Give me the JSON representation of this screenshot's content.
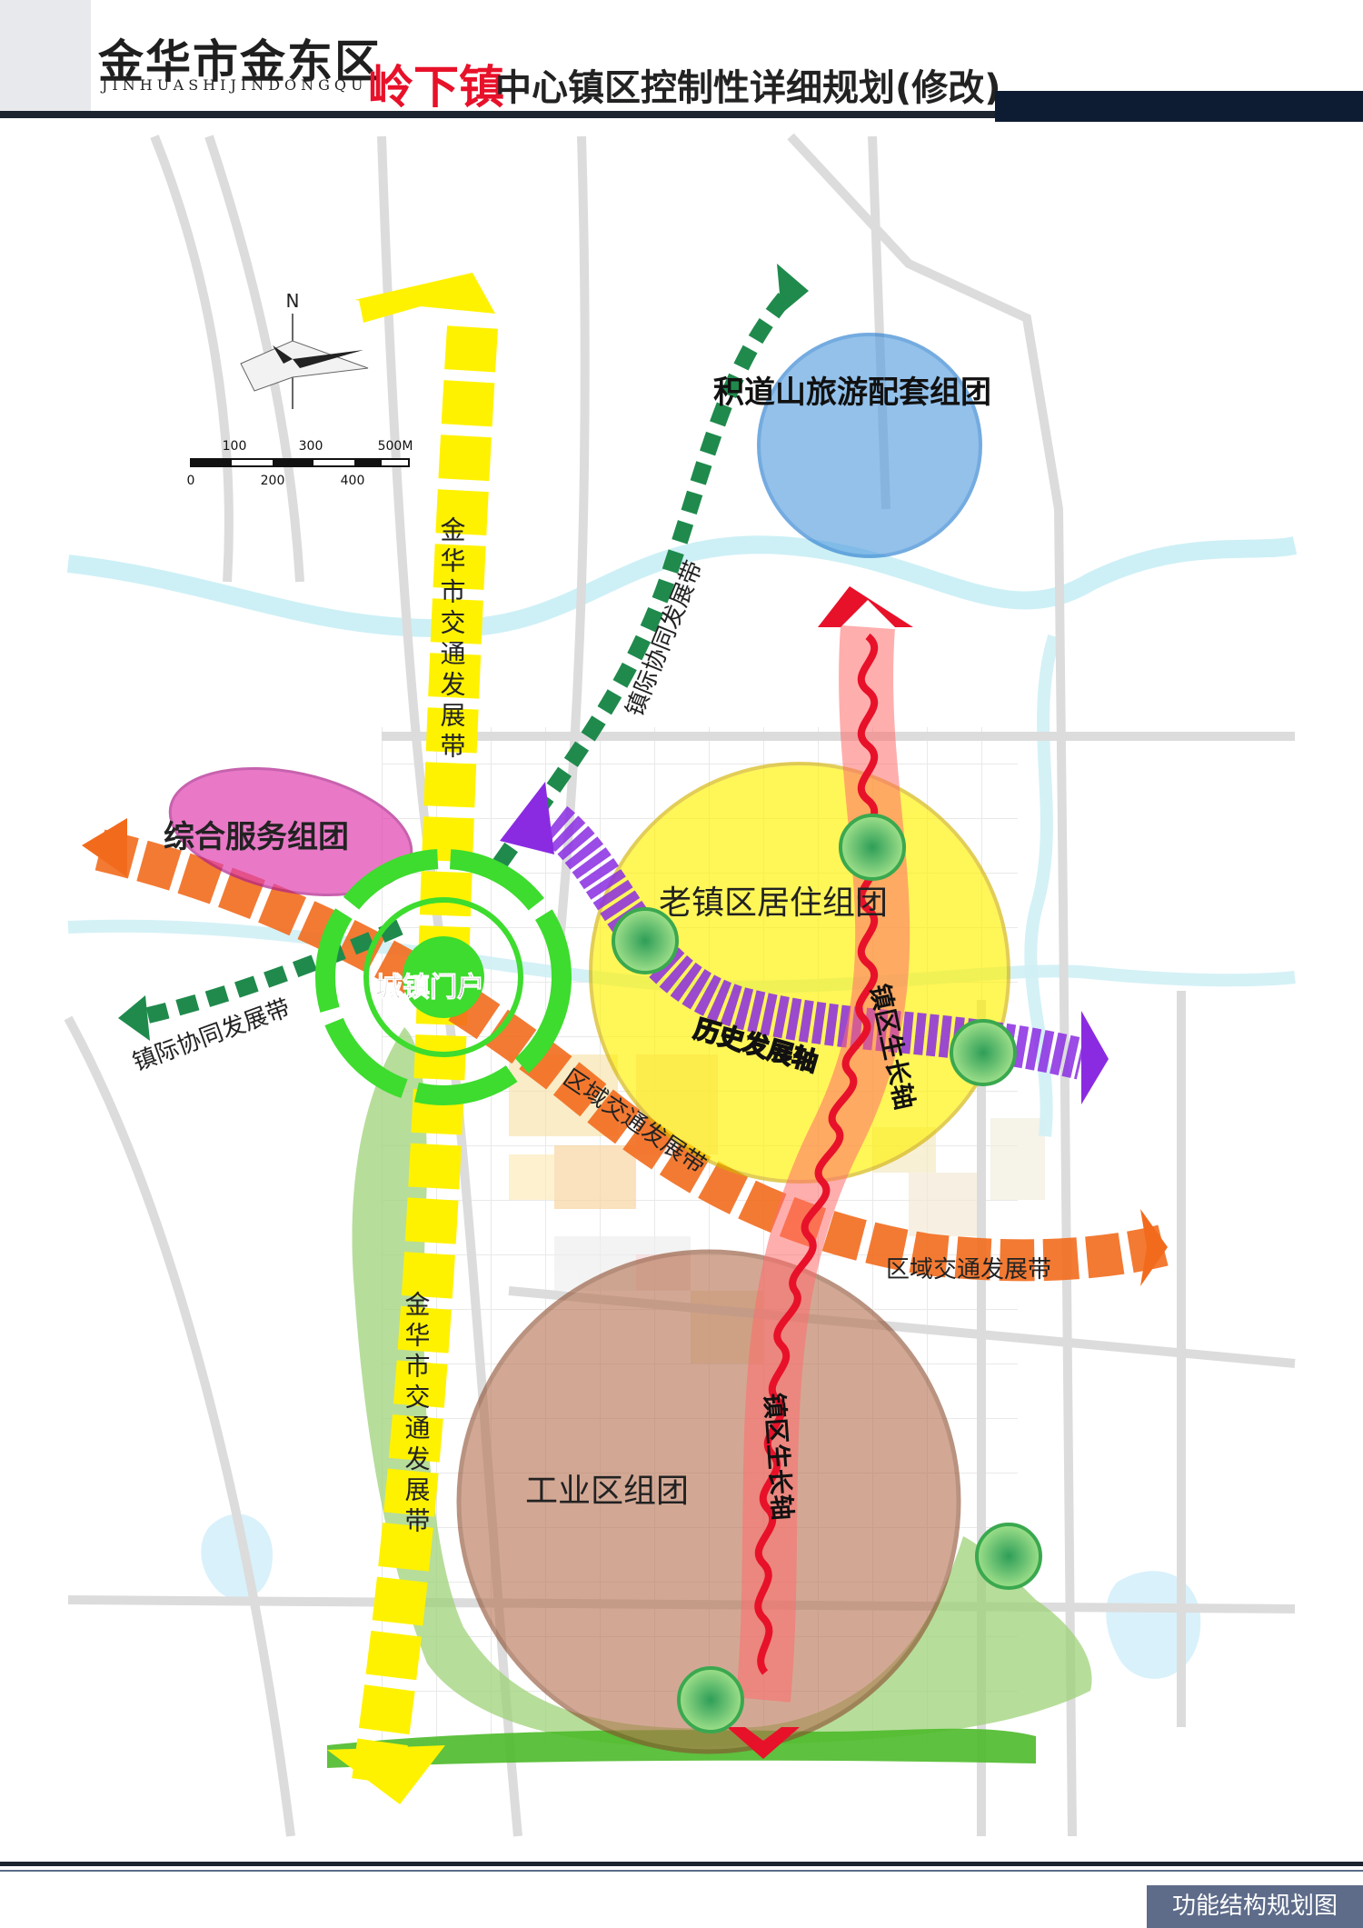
{
  "header": {
    "brand": "金华市金东区",
    "brand_pinyin": "JINHUASHIJINDONGQU",
    "town": "岭下镇",
    "title": "中心镇区控制性详细规划(修改)"
  },
  "map": {
    "compass_north": "N",
    "scale_top": [
      "100",
      "300",
      "500M"
    ],
    "scale_bottom": [
      "0",
      "200",
      "400"
    ],
    "clusters": {
      "tourism": "积道山旅游配套组团",
      "service": "综合服务组团",
      "old_town": "老镇区居住组团",
      "industrial": "工业区组团",
      "gateway": "城镇门户"
    },
    "axes": {
      "transport_band_upper": "金华市交通发展带",
      "transport_band_lower": "金华市交通发展带",
      "inter_town_ne": "镇际协同发展带",
      "inter_town_w": "镇际协同发展带",
      "regional_upper": "区域交通发展带",
      "regional_lower": "区域交通发展带",
      "historic_axis": "历史发展轴",
      "growth_axis_upper": "镇区生长轴",
      "growth_axis_lower": "镇区生长轴"
    },
    "colors": {
      "transport_band": "#fff200",
      "inter_town": "#1f8a4c",
      "regional": "#f26b1d",
      "historic": "#8a2be2",
      "growth": "#e8112a",
      "old_town": "#fff200",
      "industrial": "#b5704f",
      "tourism": "#5aa0e0",
      "service": "#e040b0",
      "gateway": "#3ddc2e"
    }
  },
  "footer": {
    "drawing_name": "功能结构规划图"
  }
}
